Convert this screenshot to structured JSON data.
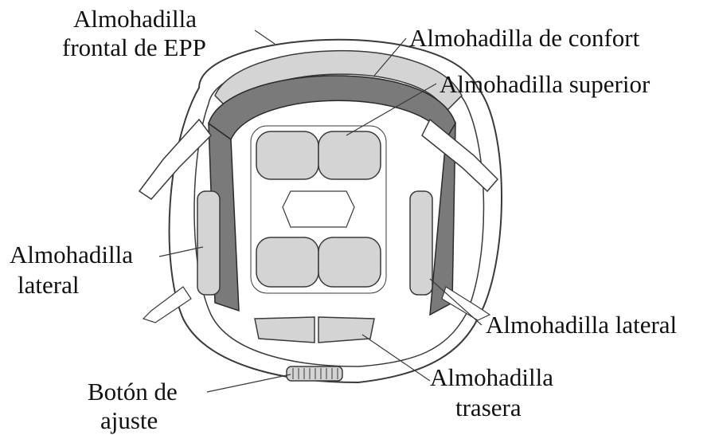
{
  "labels": {
    "front_pad": [
      "Almohadilla",
      "frontal de EPP"
    ],
    "comfort_pad": "Almohadilla de confort",
    "top_pad": "Almohadilla superior",
    "side_pad_left": [
      "Almohadilla",
      "lateral"
    ],
    "side_pad_right": "Almohadilla lateral",
    "adjust_button": [
      "Botón de",
      "ajuste"
    ],
    "rear_pad": [
      "Almohadilla",
      "trasera"
    ]
  },
  "colors": {
    "outline": "#3a3a3a",
    "pad_fill": "#d4d4d4",
    "pad_dark": "#7a7a7a",
    "shell_fill": "#ffffff"
  }
}
